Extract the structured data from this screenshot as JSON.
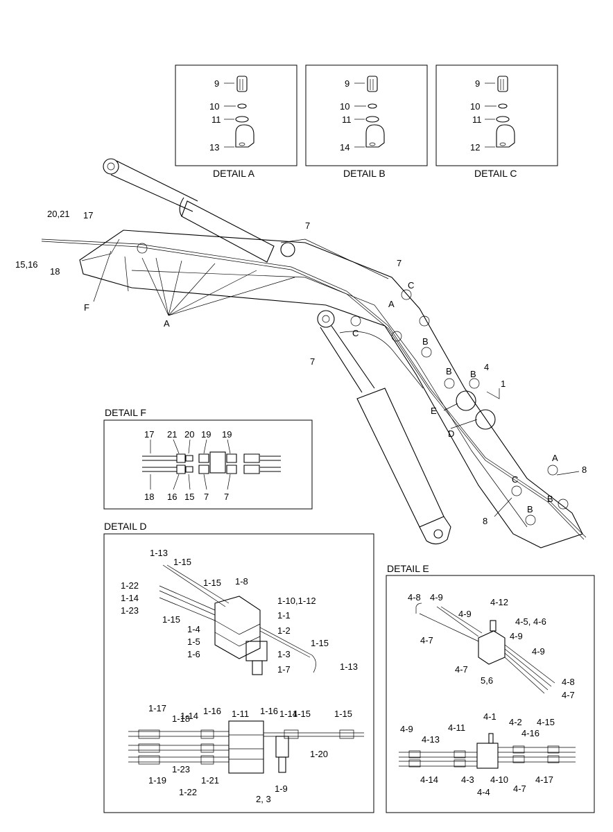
{
  "details": {
    "a": {
      "title": "DETAIL A",
      "labels": [
        "9",
        "10",
        "11",
        "13"
      ]
    },
    "b": {
      "title": "DETAIL B",
      "labels": [
        "9",
        "10",
        "11",
        "14"
      ]
    },
    "c": {
      "title": "DETAIL C",
      "labels": [
        "9",
        "10",
        "11",
        "12"
      ]
    },
    "f": {
      "title": "DETAIL F",
      "top_labels": [
        "17",
        "21",
        "20",
        "19",
        "19"
      ],
      "bottom_labels": [
        "18",
        "16",
        "15",
        "7",
        "7"
      ]
    },
    "d": {
      "title": "DETAIL D",
      "labels": [
        "1-13",
        "1-15",
        "1-22",
        "1-14",
        "1-23",
        "1-15",
        "1-15",
        "1-8",
        "1-10,1-12",
        "1-1",
        "1-4",
        "1-2",
        "1-5",
        "1-6",
        "1-3",
        "1-7",
        "1-15",
        "1-13",
        "1-11",
        "1-14",
        "1-14",
        "1-16",
        "1-16",
        "1-17",
        "1-18",
        "1-15",
        "1-15",
        "1-20",
        "1-19",
        "1-23",
        "1-22",
        "1-21",
        "1-9",
        "2, 3"
      ]
    },
    "e": {
      "title": "DETAIL E",
      "labels": [
        "4-8",
        "4-9",
        "4-12",
        "4-9",
        "4-5, 4-6",
        "4-7",
        "4-9",
        "4-9",
        "4-7",
        "5,6",
        "4-8",
        "4-7",
        "4-1",
        "4-9",
        "4-11",
        "4-2",
        "4-15",
        "4-13",
        "4-16",
        "4-14",
        "4-3",
        "4-10",
        "4-7",
        "4-17",
        "4-4"
      ]
    }
  },
  "main": {
    "labels": [
      "20,21",
      "17",
      "15,16",
      "18",
      "F",
      "A",
      "7",
      "7",
      "C",
      "A",
      "C",
      "B",
      "7",
      "B",
      "B",
      "4",
      "1",
      "E",
      "D",
      "A",
      "8",
      "C",
      "B",
      "8",
      "B"
    ]
  }
}
